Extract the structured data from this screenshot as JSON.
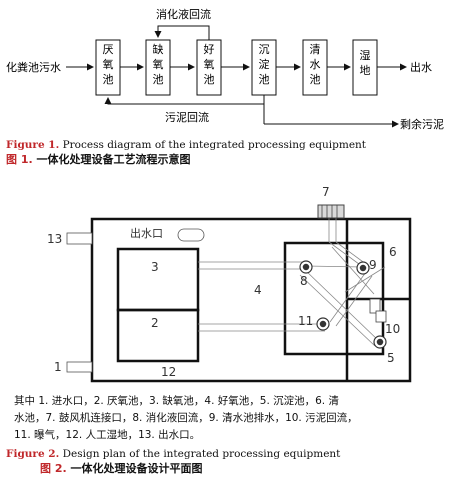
{
  "fig1": {
    "boxes": [
      "厌\n氧\n池",
      "缺\n氧\n池",
      "好\n氧\n池",
      "沉\n淀\n池",
      "清\n水\n池",
      "湿\n地"
    ],
    "inflow": "化粪池污水",
    "outflow": "出水",
    "top_return": "消化液回流",
    "bottom_return": "污泥回流",
    "excess": "剩余污泥"
  },
  "caption1": {
    "en_label": "Figure 1.",
    "en_text": "Process diagram of the integrated processing equipment",
    "cn_label": "图 1.",
    "cn_text": "一体化处理设备工艺流程示意图"
  },
  "fig2": {
    "numbers": {
      "n1": "1",
      "n2": "2",
      "n3": "3",
      "n4": "4",
      "n5": "5",
      "n6": "6",
      "n7": "7",
      "n8": "8",
      "n9": "9",
      "n10": "10",
      "n11": "11",
      "n12": "12",
      "n13": "13"
    },
    "outlet_label": "出水口"
  },
  "legend": {
    "line1": "其中 1. 进水口，2. 厌氧池，3. 缺氧池，4. 好氧池，5. 沉淀池，6. 清",
    "line2": "水池，7. 鼓风机连接口，8. 消化液回流，9. 清水池排水，10. 污泥回流，",
    "line3": "11. 曝气，12. 人工湿地，13. 出水口。"
  },
  "caption2": {
    "en_label": "Figure 2.",
    "en_text": "Design plan of the integrated processing equipment",
    "cn_label": "图 2.",
    "cn_text": "一体化处理设备设计平面图"
  }
}
